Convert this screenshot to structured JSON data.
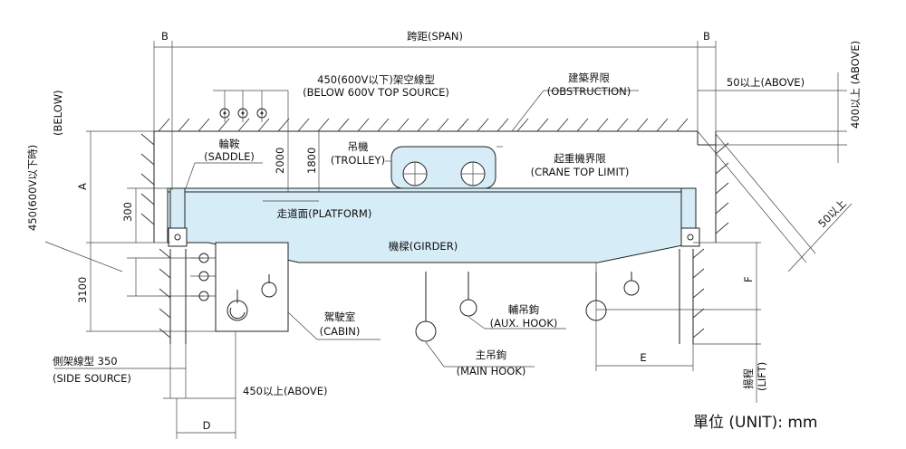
{
  "labels": {
    "span": "跨距(SPAN)",
    "b_left": "B",
    "b_right": "B",
    "top_source_cn": "450(600V以下)架空線型",
    "top_source_en": "(BELOW 600V TOP SOURCE)",
    "obstruction_cn": "建築界限",
    "obstruction_en": "(OBSTRUCTION)",
    "above50": "50以上(ABOVE)",
    "above400": "400以上 (ABOVE)",
    "below_side": "450(600V以下時)",
    "below_paren": "(BELOW)",
    "saddle_cn": "輪鞍",
    "saddle_en": "(SADDLE)",
    "trolley_cn": "吊機",
    "trolley_en": "(TROLLEY)",
    "crane_top_cn": "起重機界限",
    "crane_top_en": "(CRANE TOP LIMIT)",
    "dim_2000": "2000",
    "dim_1800": "1800",
    "dim_a": "A",
    "dim_300": "300",
    "platform": "走道面(PLATFORM)",
    "girder": "機樑(GIRDER)",
    "above50_diag": "50以上",
    "dim_3100": "3100",
    "cabin_cn": "駕駛室",
    "cabin_en": "(CABIN)",
    "aux_hook_cn": "輔吊鉤",
    "aux_hook_en": "(AUX. HOOK)",
    "main_hook_cn": "主吊鉤",
    "main_hook_en": "(MAIN HOOK)",
    "dim_f": "F",
    "dim_e": "E",
    "lift_cn": "揚程",
    "lift_en": "(LIFT)",
    "side_source_cn": "側架線型  350",
    "side_source_en": "(SIDE SOURCE)",
    "above450": "450以上(ABOVE)",
    "dim_d": "D",
    "unit": "單位  (UNIT): mm"
  },
  "colors": {
    "girder_fill": "#d6ecf6",
    "line": "#222222"
  }
}
